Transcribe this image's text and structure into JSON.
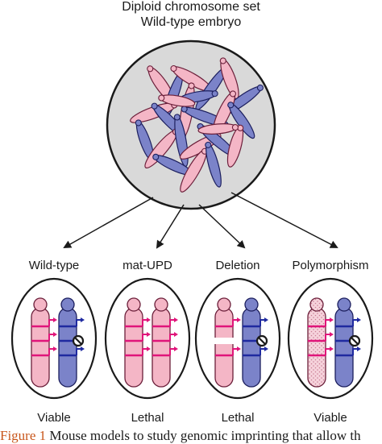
{
  "title": {
    "line1": "Diploid chromosome set",
    "line2": "Wild-type embryo"
  },
  "columns": [
    {
      "label": "Wild-type",
      "outcome": "Viable"
    },
    {
      "label": "mat-UPD",
      "outcome": "Lethal"
    },
    {
      "label": "Deletion",
      "outcome": "Lethal"
    },
    {
      "label": "Polymorphism",
      "outcome": "Viable"
    }
  ],
  "caption": {
    "figure": "Figure 1",
    "text": " Mouse models to study genomic imprinting that allow th"
  },
  "colors": {
    "maternal_fill": "#f4b6c6",
    "maternal_stroke": "#6b1f3a",
    "paternal_fill": "#7b83c9",
    "paternal_stroke": "#1c1f5e",
    "maternal_mark": "#e0157a",
    "paternal_mark": "#1f2aa0",
    "nucleus_fill": "#d9d9d9",
    "caption_accent": "#c8561b"
  }
}
